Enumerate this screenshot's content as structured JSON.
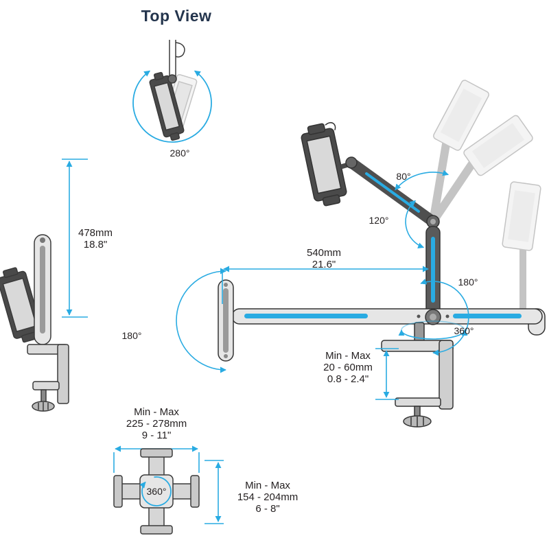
{
  "title": "Top View",
  "colors": {
    "accent": "#29abe2",
    "ink": "#231f20",
    "ghost": "#c4c4c4",
    "title": "#24354d"
  },
  "labels": {
    "top_rotation": "280°",
    "arm_tilt": "80°",
    "elbow_swivel": "120°",
    "joint_swivel_right": "180°",
    "plate_swivel_left": "180°",
    "base_rotation": "360°",
    "bottom_rotation": "360°"
  },
  "dimensions": {
    "height": {
      "metric": "478mm",
      "imperial": "18.8\""
    },
    "arm_reach": {
      "metric": "540mm",
      "imperial": "21.6\""
    },
    "clamp_range": {
      "label": "Min - Max",
      "metric": "20 - 60mm",
      "imperial": "0.8 - 2.4\""
    },
    "holder_width": {
      "label": "Min - Max",
      "metric": "225 - 278mm",
      "imperial": "9 - 11\""
    },
    "holder_height": {
      "label": "Min - Max",
      "metric": "154 - 204mm",
      "imperial": "6 - 8\""
    }
  }
}
